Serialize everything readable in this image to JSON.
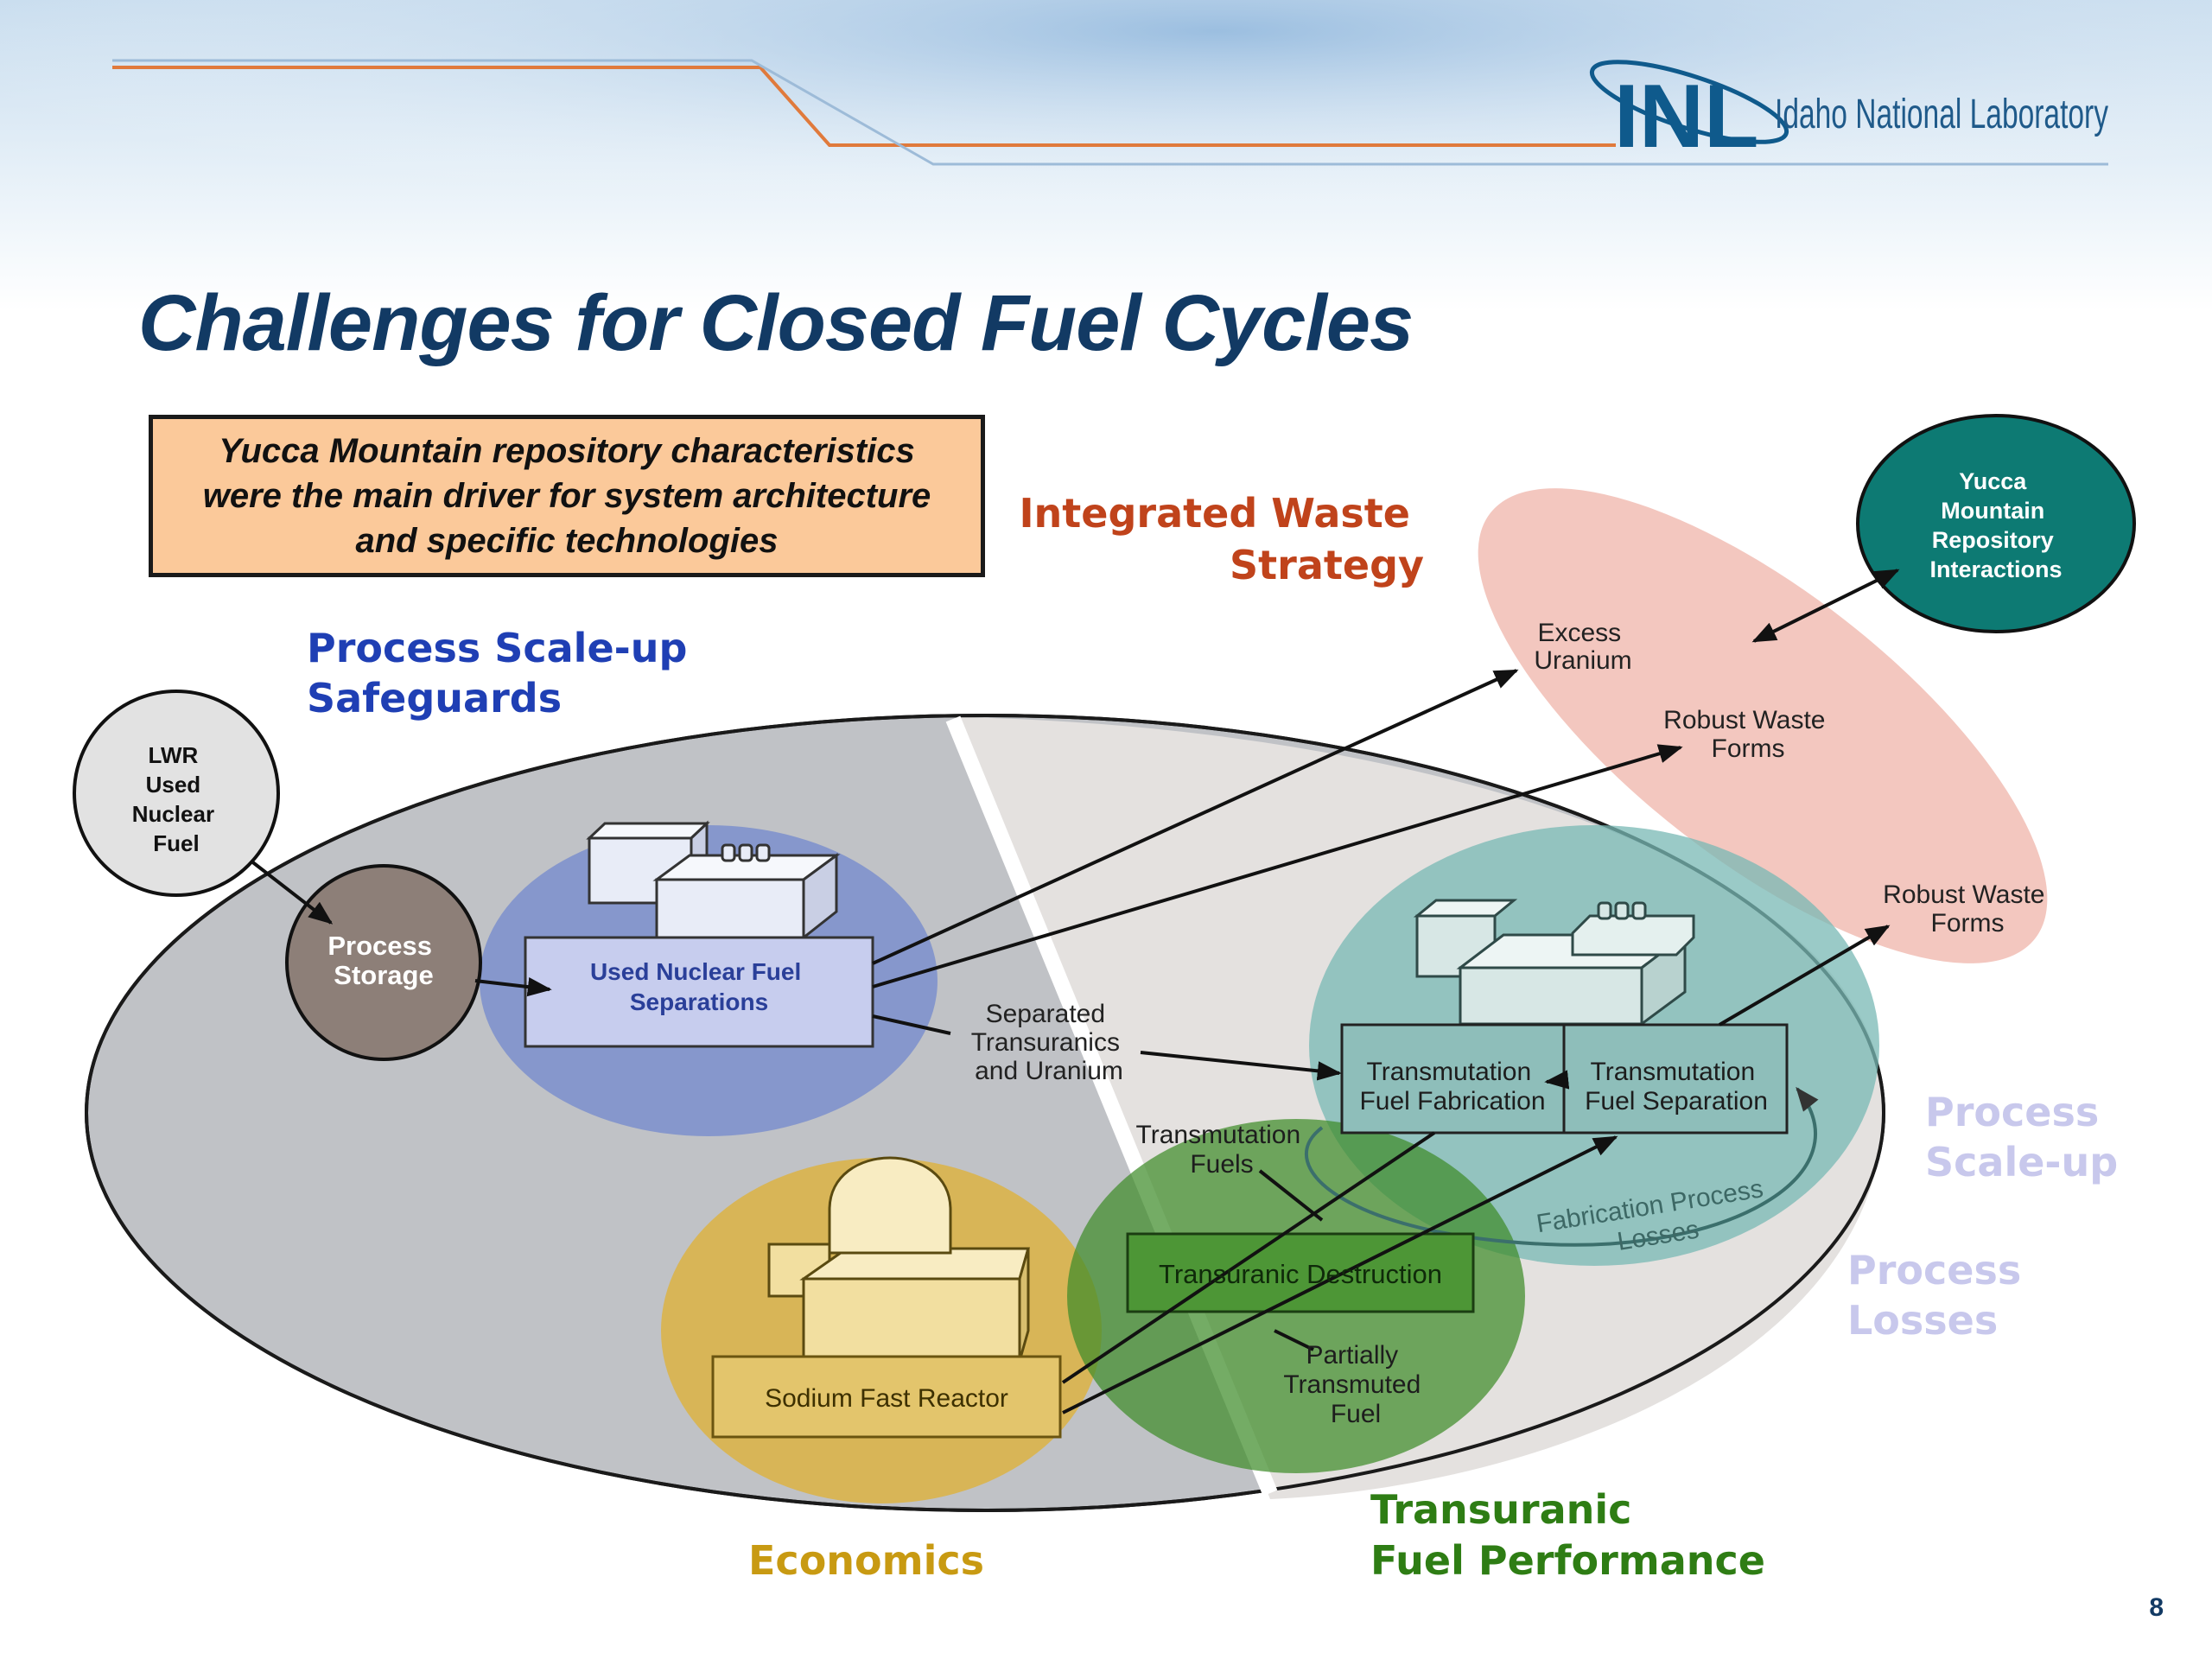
{
  "header": {
    "logo_text": "INL",
    "lab_name": "Idaho National Laboratory"
  },
  "title": "Challenges for Closed Fuel Cycles",
  "callout": {
    "lines": [
      "Yucca Mountain repository characteristics",
      "were the main driver for system architecture",
      "and specific technologies"
    ]
  },
  "challenges": {
    "integrated_waste": [
      "Integrated Waste",
      "Strategy"
    ],
    "process_scaleup_safeguards": [
      "Process Scale-up",
      "Safeguards"
    ],
    "process_scaleup": [
      "Process",
      "Scale-up"
    ],
    "process_losses": [
      "Process",
      "Losses"
    ],
    "economics": "Economics",
    "transuranic_fuel": [
      "Transuranic",
      "Fuel Performance"
    ]
  },
  "nodes": {
    "lwr_fuel": [
      "LWR",
      "Used",
      "Nuclear",
      "Fuel"
    ],
    "process_storage": [
      "Process",
      "Storage"
    ],
    "separations": [
      "Used Nuclear Fuel",
      "Separations"
    ],
    "yucca": [
      "Yucca",
      "Mountain",
      "Repository",
      "Interactions"
    ],
    "excess_uranium": [
      "Excess",
      "Uranium"
    ],
    "robust_waste_1": [
      "Robust Waste",
      "Forms"
    ],
    "robust_waste_2": [
      "Robust Waste",
      "Forms"
    ],
    "separated_tru": [
      "Separated",
      "Transuranics",
      "and Uranium"
    ],
    "fabrication": [
      "Transmutation",
      "Fuel Fabrication"
    ],
    "fuel_separation": [
      "Transmutation",
      "Fuel Separation"
    ],
    "fabrication_losses": [
      "Fabrication Process",
      "Losses"
    ],
    "transmutation_fuels": [
      "Transmutation",
      "Fuels"
    ],
    "transuranic_destruction": "Transuranic Destruction",
    "partially_transmuted": [
      "Partially",
      "Transmuted",
      "Fuel"
    ],
    "sodium_reactor": "Sodium Fast Reactor"
  },
  "page_number": "8",
  "colors": {
    "title": "#123a64",
    "waste": "#c0431b",
    "safeguards": "#1f3fb4",
    "scaleup_faint": "#c8c8ec",
    "economics": "#c89a12",
    "transuranic": "#2e7d14",
    "yucca": "#0d7a73",
    "callout_fill": "#fbc99a"
  }
}
